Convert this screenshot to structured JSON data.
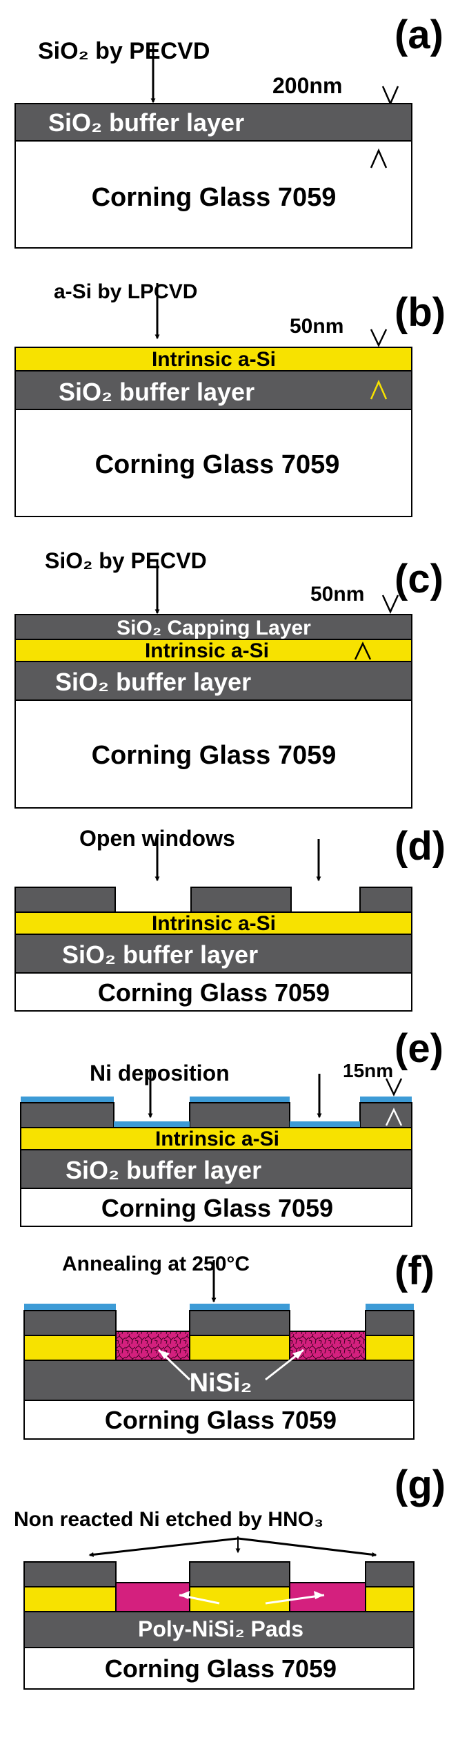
{
  "colors": {
    "oxide": "#5a5a5c",
    "asi": "#f7e200",
    "glass": "#ffffff",
    "nickel": "#3d9bd6",
    "nisi2": "#d4207e",
    "line": "#000000"
  },
  "panels": {
    "a": {
      "tag": "(a)",
      "process": "SiO₂ by PECVD",
      "thickness": "200nm",
      "buffer_label": "SiO₂ buffer layer",
      "glass_label": "Corning Glass 7059"
    },
    "b": {
      "tag": "(b)",
      "process": "a-Si by LPCVD",
      "thickness": "50nm",
      "asi_label": "Intrinsic a-Si",
      "buffer_label": "SiO₂ buffer layer",
      "glass_label": "Corning Glass 7059"
    },
    "c": {
      "tag": "(c)",
      "process": "SiO₂ by PECVD",
      "thickness": "50nm",
      "capping_label": "SiO₂ Capping Layer",
      "asi_label": "Intrinsic a-Si",
      "buffer_label": "SiO₂ buffer layer",
      "glass_label": "Corning Glass 7059"
    },
    "d": {
      "tag": "(d)",
      "process": "Open windows",
      "asi_label": "Intrinsic a-Si",
      "buffer_label": "SiO₂ buffer layer",
      "glass_label": "Corning Glass 7059"
    },
    "e": {
      "tag": "(e)",
      "process": "Ni deposition",
      "thickness": "15nm",
      "asi_label": "Intrinsic a-Si",
      "buffer_label": "SiO₂ buffer layer",
      "glass_label": "Corning Glass 7059"
    },
    "f": {
      "tag": "(f)",
      "process": "Annealing at 250°C",
      "nisi_label": "NiSi₂",
      "glass_label": "Corning Glass 7059"
    },
    "g": {
      "tag": "(g)",
      "process": "Non reacted Ni etched by HNO₃",
      "pads_label": "Poly-NiSi₂ Pads",
      "glass_label": "Corning Glass 7059"
    }
  }
}
